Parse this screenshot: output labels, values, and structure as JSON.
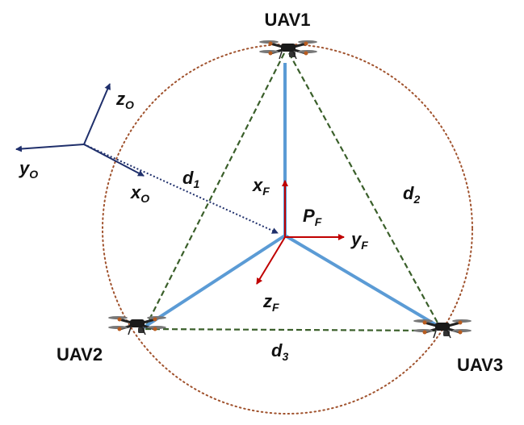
{
  "diagram": {
    "uavs": [
      {
        "name": "UAV1"
      },
      {
        "name": "UAV2"
      },
      {
        "name": "UAV3"
      }
    ],
    "distances": [
      {
        "base": "d",
        "sub": "1"
      },
      {
        "base": "d",
        "sub": "2"
      },
      {
        "base": "d",
        "sub": "3"
      }
    ],
    "formation_frame": {
      "origin": {
        "base": "P",
        "sub": "F"
      },
      "x_axis": {
        "base": "x",
        "sub": "F"
      },
      "y_axis": {
        "base": "y",
        "sub": "F"
      },
      "z_axis": {
        "base": "z",
        "sub": "F"
      }
    },
    "world_frame": {
      "x_axis": {
        "base": "x",
        "sub": "O"
      },
      "y_axis": {
        "base": "y",
        "sub": "O"
      },
      "z_axis": {
        "base": "z",
        "sub": "O"
      }
    },
    "colors": {
      "formation_lines": "#5b9bd5",
      "distance_lines": "#3a5f2a",
      "circle": "#a0522d",
      "formation_axes": "#c00000",
      "world_axes": "#1f2f6b",
      "position_vector": "#1f2f6b"
    }
  }
}
